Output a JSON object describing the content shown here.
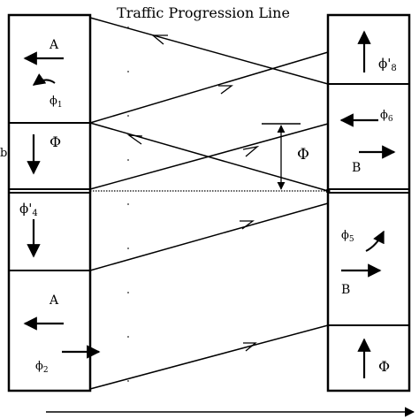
{
  "title": "Traffic Progression Line",
  "edge_label": "b",
  "left_column": {
    "cells": [
      {
        "label_top": "A",
        "phase": "ϕ",
        "sub": "1"
      },
      {
        "label_top": "Φ"
      },
      {
        "phase": "ϕ'",
        "sub": "4"
      },
      {
        "label_top": "A",
        "phase": "ϕ",
        "sub": "2"
      }
    ]
  },
  "right_column": {
    "cells": [
      {
        "phase": "ϕ'",
        "sub": "8"
      },
      {
        "phase": "ϕ",
        "sub": "6",
        "label_bottom": "B"
      },
      {
        "phase": "ϕ",
        "sub": "5",
        "label_bottom": "B"
      },
      {
        "label_bottom": "Φ"
      }
    ]
  },
  "offset_label": "Φ"
}
